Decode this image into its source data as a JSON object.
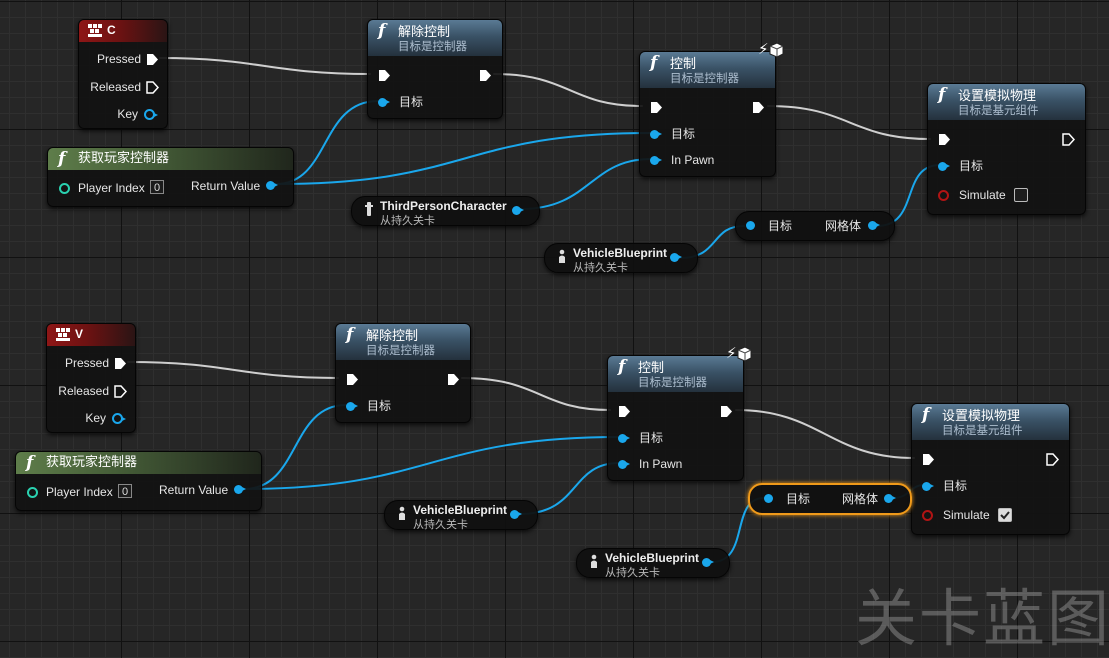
{
  "graph_a": {
    "key_c": {
      "title": "C",
      "pressed": "Pressed",
      "released": "Released",
      "key": "Key"
    },
    "unpossess": {
      "title": "解除控制",
      "subtitle": "目标是控制器",
      "target": "目标"
    },
    "possess": {
      "title": "控制",
      "subtitle": "目标是控制器",
      "target": "目标",
      "in_pawn": "In Pawn"
    },
    "set_sim": {
      "title": "设置模拟物理",
      "subtitle": "目标是基元组件",
      "target": "目标",
      "simulate": "Simulate",
      "simulate_checked": false
    },
    "get_pc": {
      "title": "获取玩家控制器",
      "player_index": "Player Index",
      "index_value": "0",
      "return_value": "Return Value"
    },
    "var_third": {
      "name": "ThirdPersonCharacter",
      "sub": "从持久关卡"
    },
    "var_vehicle": {
      "name": "VehicleBlueprint",
      "sub": "从持久关卡"
    },
    "get_mesh": {
      "target": "目标",
      "output": "网格体"
    }
  },
  "graph_b": {
    "key_v": {
      "title": "V",
      "pressed": "Pressed",
      "released": "Released",
      "key": "Key"
    },
    "unpossess": {
      "title": "解除控制",
      "subtitle": "目标是控制器",
      "target": "目标"
    },
    "possess": {
      "title": "控制",
      "subtitle": "目标是控制器",
      "target": "目标",
      "in_pawn": "In Pawn"
    },
    "set_sim": {
      "title": "设置模拟物理",
      "subtitle": "目标是基元组件",
      "target": "目标",
      "simulate": "Simulate",
      "simulate_checked": true
    },
    "get_pc": {
      "title": "获取玩家控制器",
      "player_index": "Player Index",
      "index_value": "0",
      "return_value": "Return Value"
    },
    "var_vehicle_1": {
      "name": "VehicleBlueprint",
      "sub": "从持久关卡"
    },
    "var_vehicle_2": {
      "name": "VehicleBlueprint",
      "sub": "从持久关卡"
    },
    "get_mesh": {
      "target": "目标",
      "output": "网格体"
    }
  },
  "watermark": "关卡蓝图",
  "colors": {
    "exec_wire": "#d6d6d6",
    "object_wire": "#1aa7ec",
    "selection": "#f09a1a",
    "function_header": "#3a5266",
    "event_header": "#8e1616",
    "pure_header": "#435a36"
  }
}
